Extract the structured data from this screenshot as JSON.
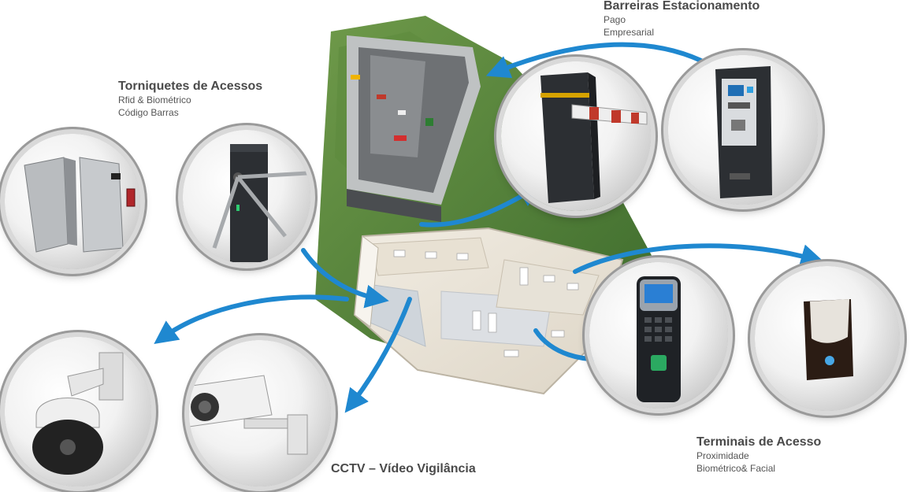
{
  "labels": {
    "turnstile": {
      "title": "Torniquetes de Acessos",
      "lines": [
        "Rfid & Biométrico",
        "Código Barras"
      ]
    },
    "barrier": {
      "title": "Barreiras Estacionamento",
      "lines": [
        "Pago",
        "Empresarial"
      ]
    },
    "terminal": {
      "title": "Terminais de Acesso",
      "lines": [
        "Proximidade",
        "Biométrico& Facial"
      ]
    },
    "cctv": {
      "title": "CCTV – Vídeo Vigilância"
    }
  },
  "colors": {
    "arrow": "#1f88d0",
    "grass": "#4d7a34",
    "device_dark": "#2c2f33",
    "barrier_red": "#c0392b"
  },
  "devices": [
    {
      "icon": "speed-gate-icon"
    },
    {
      "icon": "tripod-turnstile-icon"
    },
    {
      "icon": "barrier-gate-icon"
    },
    {
      "icon": "parking-pay-station-icon"
    },
    {
      "icon": "fingerprint-terminal-icon"
    },
    {
      "icon": "proximity-reader-icon"
    },
    {
      "icon": "dome-camera-icon"
    },
    {
      "icon": "bullet-camera-icon"
    }
  ]
}
